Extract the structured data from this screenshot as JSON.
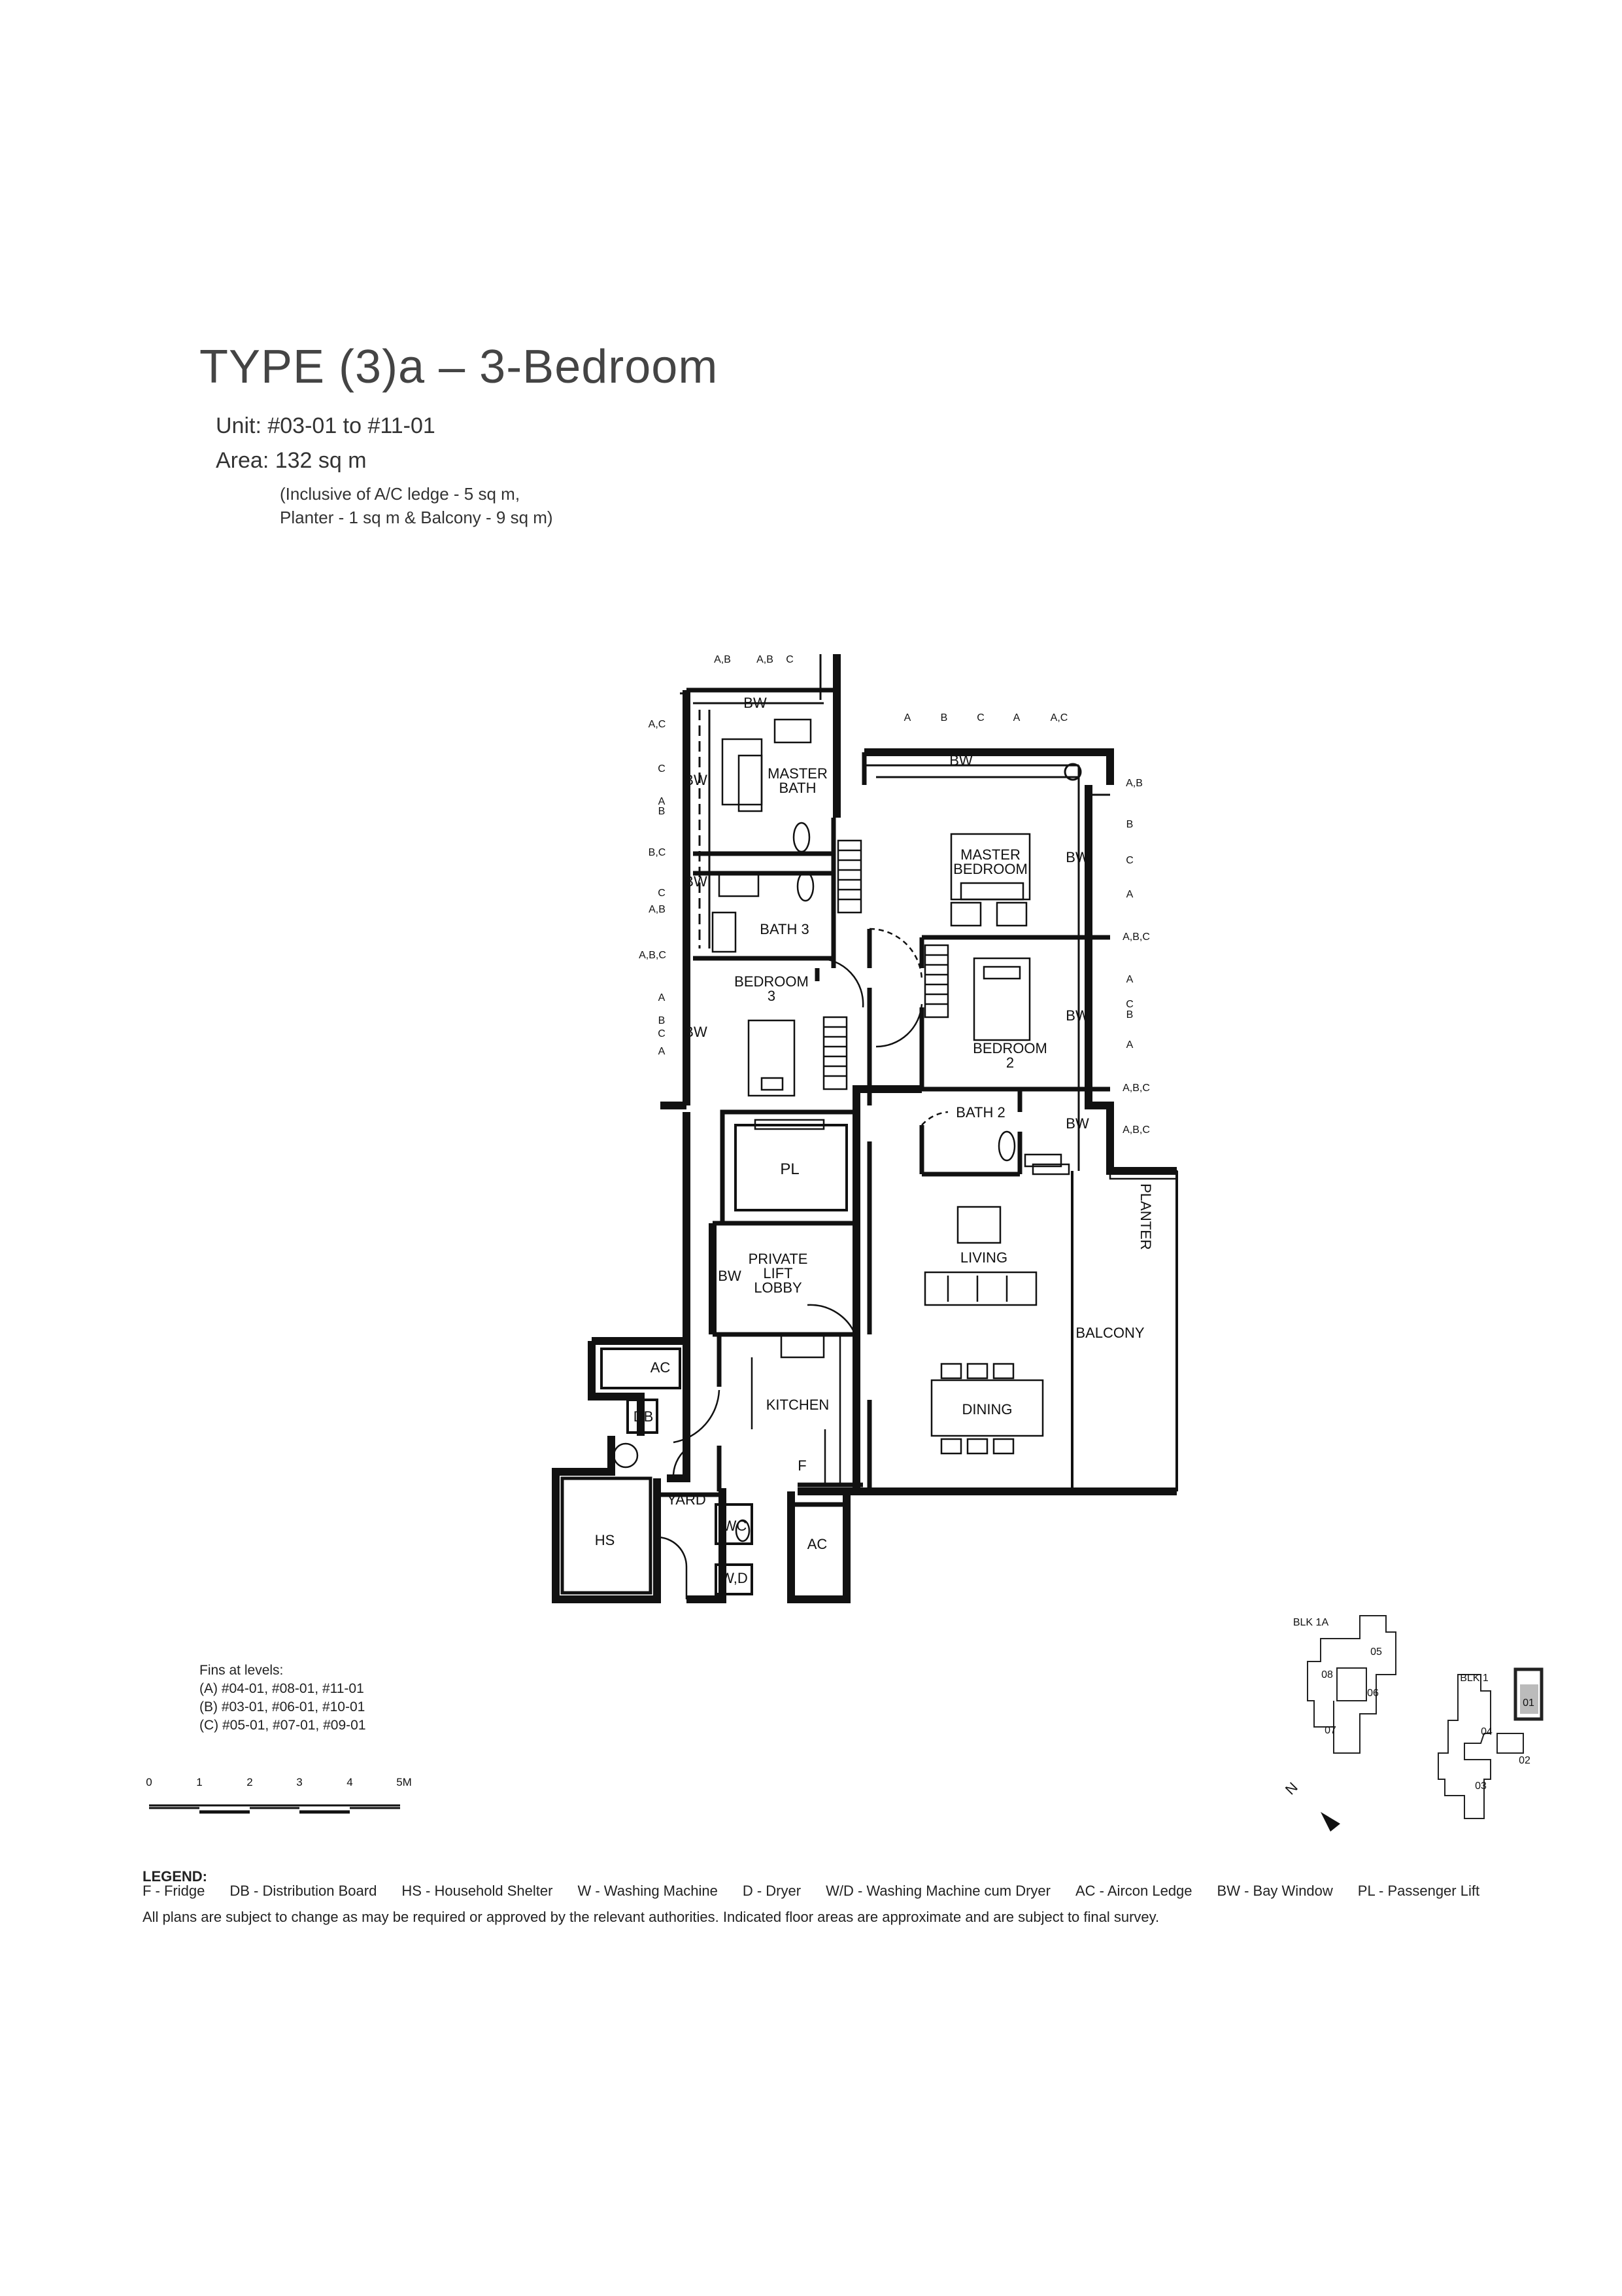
{
  "title": "TYPE (3)a – 3-Bedroom",
  "unit": "Unit: #03-01 to #11-01",
  "area": "Area: 132 sq m",
  "area_note_1": "(Inclusive of A/C ledge - 5 sq m,",
  "area_note_2": "Planter - 1 sq m & Balcony - 9 sq m)",
  "rooms": {
    "bw": "BW",
    "master_bath_1": "MASTER",
    "master_bath_2": "BATH",
    "master_bedroom_1": "MASTER",
    "master_bedroom_2": "BEDROOM",
    "bath3": "BATH 3",
    "bedroom3_1": "BEDROOM",
    "bedroom3_2": "3",
    "bedroom2_1": "BEDROOM",
    "bedroom2_2": "2",
    "bath2": "BATH 2",
    "pl": "PL",
    "planter": "PLANTER",
    "lobby_1": "PRIVATE",
    "lobby_2": "LIFT",
    "lobby_3": "LOBBY",
    "living": "LIVING",
    "balcony": "BALCONY",
    "ac": "AC",
    "db": "DB",
    "kitchen": "KITCHEN",
    "dining": "DINING",
    "f": "F",
    "yard": "YARD",
    "hs": "HS",
    "wc": "WC",
    "wd": "W,D"
  },
  "fin_labels": {
    "top1": "A,B",
    "top2": "A,B",
    "top3": "C",
    "top4": "A",
    "top5": "B",
    "top6": "C",
    "top7": "A",
    "top8": "A,C",
    "left1": "A,C",
    "left2": "C",
    "left3": "A",
    "left4": "B",
    "left5": "B,C",
    "left6": "C",
    "left7": "A,B",
    "left8": "A,B,C",
    "left9": "A",
    "left10": "B",
    "left11": "C",
    "left12": "A",
    "right1": "A,B",
    "right2": "B",
    "right3": "C",
    "right4": "A",
    "right5": "A,B,C",
    "right6": "A",
    "right7": "C",
    "right8": "B",
    "right9": "A",
    "right10": "A,B,C",
    "right11": "A,B,C"
  },
  "fins": {
    "heading": "Fins at levels:",
    "a": "(A) #04-01, #08-01, #11-01",
    "b": "(B) #03-01, #06-01, #10-01",
    "c": "(C) #05-01, #07-01, #09-01"
  },
  "scale": [
    "0",
    "1",
    "2",
    "3",
    "4",
    "5M"
  ],
  "keyplan": {
    "blk1a": "BLK 1A",
    "blk1": "BLK 1",
    "u05a": "05",
    "u08": "08",
    "u06": "06",
    "u07": "07",
    "u01": "01",
    "u04": "04",
    "u02": "02",
    "u03": "03",
    "north": "N"
  },
  "legend": {
    "title": "LEGEND:",
    "items": [
      "F - Fridge",
      "DB - Distribution Board",
      "HS - Household Shelter",
      "W - Washing Machine",
      "D - Dryer",
      "W/D - Washing Machine cum Dryer",
      "AC - Aircon Ledge",
      "BW - Bay Window",
      "PL - Passenger Lift"
    ],
    "disclaimer": "All plans are subject to change as may be required or approved by the relevant authorities. Indicated floor areas are approximate and are subject to final survey."
  }
}
